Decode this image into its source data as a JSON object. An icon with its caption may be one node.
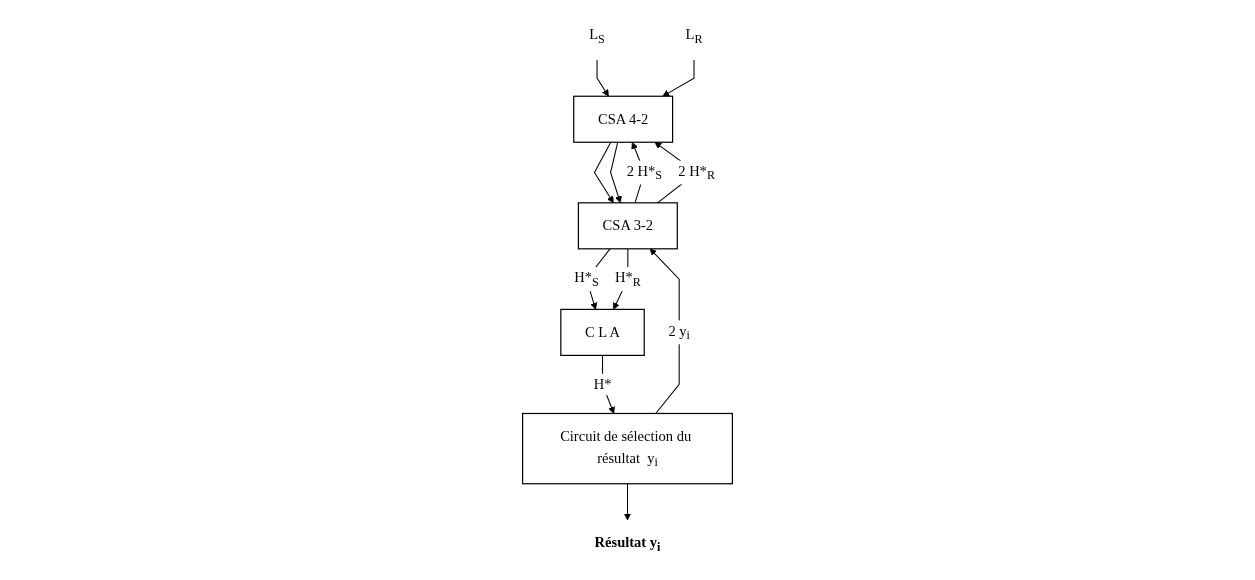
{
  "diagram": {
    "nodes": [
      {
        "text": [
          "L$_{S}$"
        ]
      },
      {
        "text": [
          "L$_{R}$"
        ]
      },
      {
        "text": [
          "CSA 4-2"
        ]
      },
      {
        "text": [
          "CSA 3-2"
        ]
      },
      {
        "text": [
          "C L A"
        ]
      },
      {
        "text": [
          "Circuit de sélection du résultat  y$_{i}$"
        ]
      },
      {
        "text": [
          "Résultat  y$_{i}$"
        ]
      }
    ],
    "edges": [
      {
        "from": 0,
        "to": 2,
        "arrow": "to"
      },
      {
        "from": 1,
        "to": 2,
        "arrow": "to"
      },
      {
        "from": 3,
        "to": 2,
        "arrow": "to",
        "label": "2 H*$_{S}$"
      },
      {
        "from": 3,
        "to": 2,
        "arrow": "to",
        "label": "2 H*$_{R}$"
      },
      {
        "from": 2,
        "to": 3,
        "arrow": "to"
      },
      {
        "from": 2,
        "to": 3,
        "arrow": "to"
      },
      {
        "from": 5,
        "to": 3,
        "arrow": "to",
        "label": "2 y$_{i}$"
      },
      {
        "from": 3,
        "to": 4,
        "arrow": "to",
        "label": "H*$_{S}$"
      },
      {
        "from": 3,
        "to": 4,
        "arrow": "to",
        "label": "H*$_{R}$"
      },
      {
        "from": 4,
        "to": 5,
        "arrow": "to",
        "label": "H*"
      },
      {
        "from": 5,
        "to": 6,
        "arrow": "to"
      }
    ]
  }
}
